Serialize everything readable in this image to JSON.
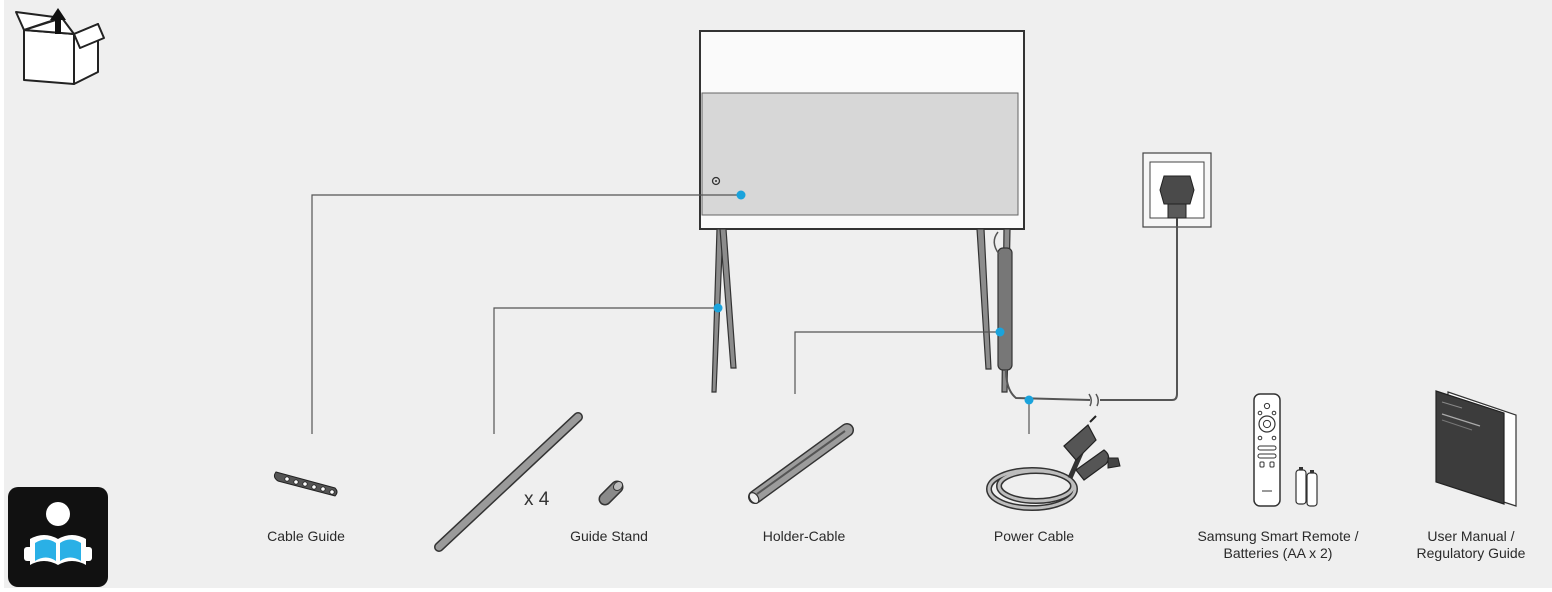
{
  "labels": {
    "cable_guide": "Cable Guide",
    "quantity": "x 4",
    "guide_stand": "Guide Stand",
    "holder_cable": "Holder-Cable",
    "power_cable": "Power Cable",
    "remote_line1": "Samsung Smart Remote /",
    "remote_line2": "Batteries (AA x 2)",
    "manual_line1": "User Manual /",
    "manual_line2": "Regulatory Guide"
  },
  "colors": {
    "background": "#efefef",
    "callout_dot": "#1aa3dc",
    "line": "#555555"
  },
  "icons": [
    "unbox-icon",
    "read-manual-icon"
  ]
}
